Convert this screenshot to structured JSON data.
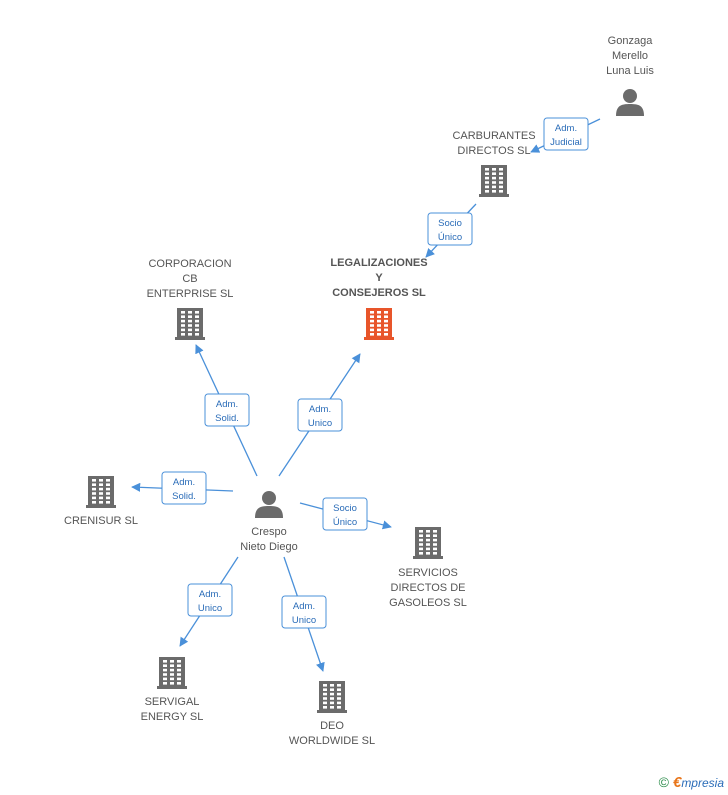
{
  "nodes": [
    {
      "id": "gonzaga",
      "type": "person",
      "lines": [
        "Gonzaga",
        "Merello",
        "Luna Luis"
      ]
    },
    {
      "id": "carburantes",
      "type": "company",
      "lines": [
        "CARBURANTES",
        "DIRECTOS SL"
      ]
    },
    {
      "id": "legalizaciones",
      "type": "company",
      "highlight": true,
      "lines": [
        "LEGALIZACIONES",
        "Y",
        "CONSEJEROS SL"
      ]
    },
    {
      "id": "corporacion",
      "type": "company",
      "lines": [
        "CORPORACION",
        "CB",
        "ENTERPRISE SL"
      ]
    },
    {
      "id": "crespo",
      "type": "person",
      "lines": [
        "Crespo",
        "Nieto Diego"
      ]
    },
    {
      "id": "crenisur",
      "type": "company",
      "lines": [
        "CRENISUR SL"
      ]
    },
    {
      "id": "servicios",
      "type": "company",
      "lines": [
        "SERVICIOS",
        "DIRECTOS DE",
        "GASOLEOS SL"
      ]
    },
    {
      "id": "servigal",
      "type": "company",
      "lines": [
        "SERVIGAL",
        "ENERGY SL"
      ]
    },
    {
      "id": "deo",
      "type": "company",
      "lines": [
        "DEO",
        "WORLDWIDE SL"
      ]
    }
  ],
  "edges": [
    {
      "from": "gonzaga",
      "to": "carburantes",
      "lines": [
        "Adm.",
        "Judicial"
      ]
    },
    {
      "from": "carburantes",
      "to": "legalizaciones",
      "lines": [
        "Socio",
        "Único"
      ]
    },
    {
      "from": "crespo",
      "to": "corporacion",
      "lines": [
        "Adm.",
        "Solid."
      ]
    },
    {
      "from": "crespo",
      "to": "legalizaciones",
      "lines": [
        "Adm.",
        "Unico"
      ]
    },
    {
      "from": "crespo",
      "to": "crenisur",
      "lines": [
        "Adm.",
        "Solid."
      ]
    },
    {
      "from": "crespo",
      "to": "servicios",
      "lines": [
        "Socio",
        "Único"
      ]
    },
    {
      "from": "crespo",
      "to": "servigal",
      "lines": [
        "Adm.",
        "Unico"
      ]
    },
    {
      "from": "crespo",
      "to": "deo",
      "lines": [
        "Adm.",
        "Unico"
      ]
    }
  ],
  "colors": {
    "company": "#6b6b6b",
    "highlight": "#e8552a",
    "person": "#6b6b6b",
    "edge": "#4a90d9"
  },
  "footer": {
    "copyright": "©",
    "brand_initial": "€",
    "brand_rest": "mpresia"
  }
}
